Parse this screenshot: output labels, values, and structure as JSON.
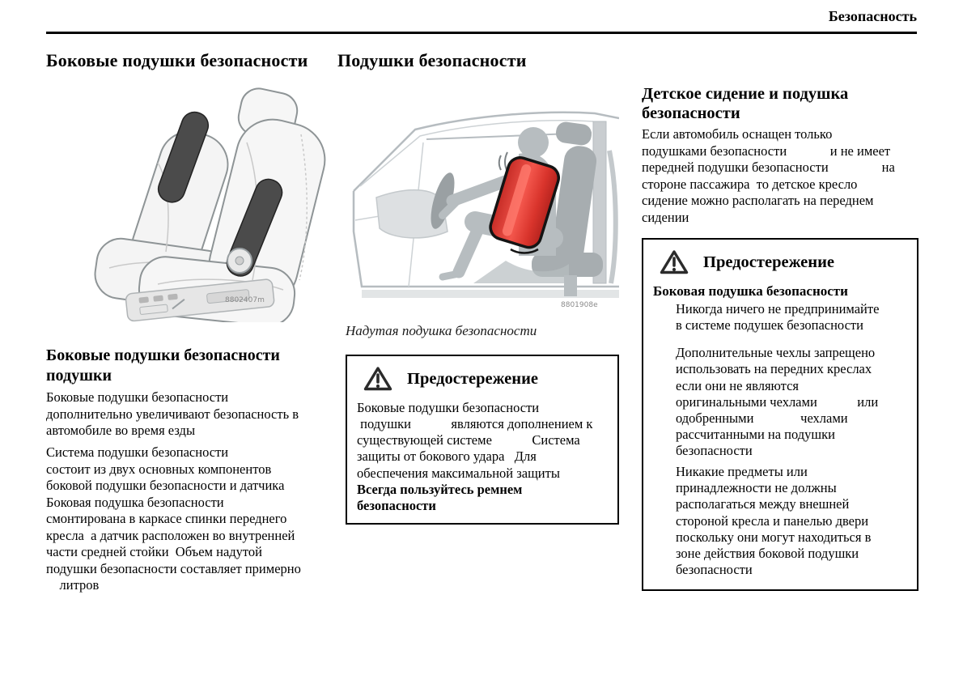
{
  "page": {
    "header": "Безопасность"
  },
  "headings": {
    "left": "Боковые подушки безопасности",
    "middle": "Подушки безопасности",
    "right": "Детское сидение и подушка\nбезопасности"
  },
  "left_column": {
    "subheading": "Боковые подушки безопасности\nподушки",
    "para1": "Боковые подушки безопасности\nдополнительно увеличивают безопасность в\nавтомобиле во время езды",
    "para2": "Система подушки безопасности\nсостоит из двух основных компонентов\nбоковой подушки безопасности и датчика\nБоковая подушка безопасности\nсмонтирована в каркасе спинки переднего\nкресла  а датчик расположен во внутренней\nчасти средней стойки  Объем надутой\nподушки безопасности составляет примерно\n    литров",
    "figure_code": "8802407m",
    "figure_alt": "two front seats with dark side-airbag modules in the backrests"
  },
  "middle_column": {
    "caption": "Надутая подушка безопасности",
    "figure_code": "8801908e",
    "figure_alt": "side view of car interior with driver and inflated red side airbag",
    "warning": {
      "icon": "warning-triangle-icon",
      "title": "Предостережение",
      "body": "Боковые подушки безопасности\n подушки            являются дополнением к\nсуществующей системе            Система\nзащиты от бокового удара   Для\nобеспечения максимальной защиты",
      "bold": "Всегда пользуйтесь ремнем\nбезопасности"
    }
  },
  "right_column": {
    "intro": "Если автомобиль оснащен только\nподушками безопасности             и не имеет\nпередней подушки безопасности                на\nстороне пассажира  то детское кресло\nсидение можно располагать на переднем\nсидении",
    "warning": {
      "icon": "warning-triangle-icon",
      "title": "Предостережение",
      "subheading": "Боковая подушка безопасности",
      "para1": "Никогда ничего не предпринимайте\nв системе подушек безопасности",
      "para2": "Дополнительные чехлы запрещено\nиспользовать на передних креслах\nесли они не являются\nоригинальными чехлами            или\nодобренными              чехлами\nрассчитанными на подушки\nбезопасности",
      "para3": "Никакие предметы или\nпринадлежности не должны\nрасполагаться между внешней\nстороной кресла и панелью двери\nпоскольку они могут находиться в\nзоне действия боковой подушки\nбезопасности"
    }
  },
  "colors": {
    "airbag_red": "#e0352c",
    "line_art_gray": "#8e9496",
    "pad_dark": "#4b4b4b"
  }
}
